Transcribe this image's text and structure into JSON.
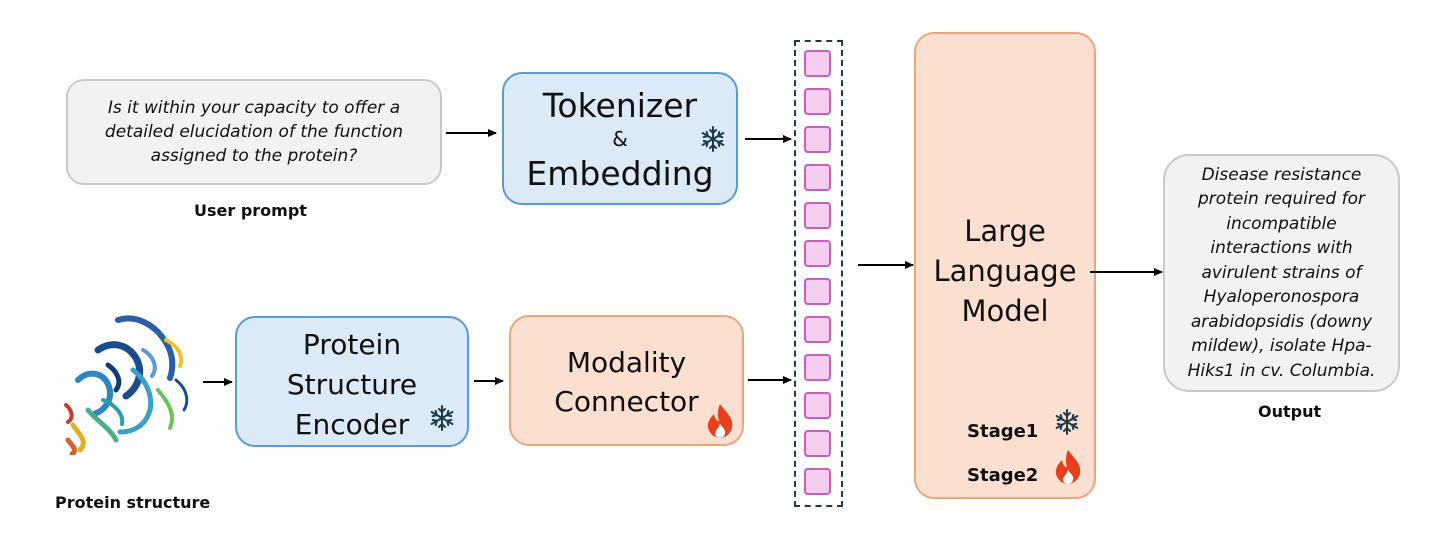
{
  "user_prompt": {
    "text": "Is it within your capacity to offer a detailed elucidation of the function assigned to the protein?",
    "label": "User prompt"
  },
  "tokenizer": {
    "line1": "Tokenizer",
    "line2": "&",
    "line3": "Embedding"
  },
  "protein": {
    "label": "Protein structure",
    "encoder_lines": [
      "Protein",
      "Structure",
      "Encoder"
    ]
  },
  "connector": {
    "lines": [
      "Modality",
      "Connector"
    ]
  },
  "llm": {
    "lines": [
      "Large",
      "Language",
      "Model"
    ],
    "stage1": "Stage1",
    "stage2": "Stage2"
  },
  "output": {
    "text": "Disease resistance protein required for incompatible interactions with avirulent strains of Hyaloperonospora arabidopsidis (downy mildew), isolate Hpa-Hiks1 in cv. Columbia.",
    "label": "Output"
  },
  "icons": {
    "frozen": "snowflake-icon",
    "trainable": "fire-icon",
    "snow_color": "#1f3a4d",
    "fire_color": "#e8401c"
  },
  "token_count": 12
}
